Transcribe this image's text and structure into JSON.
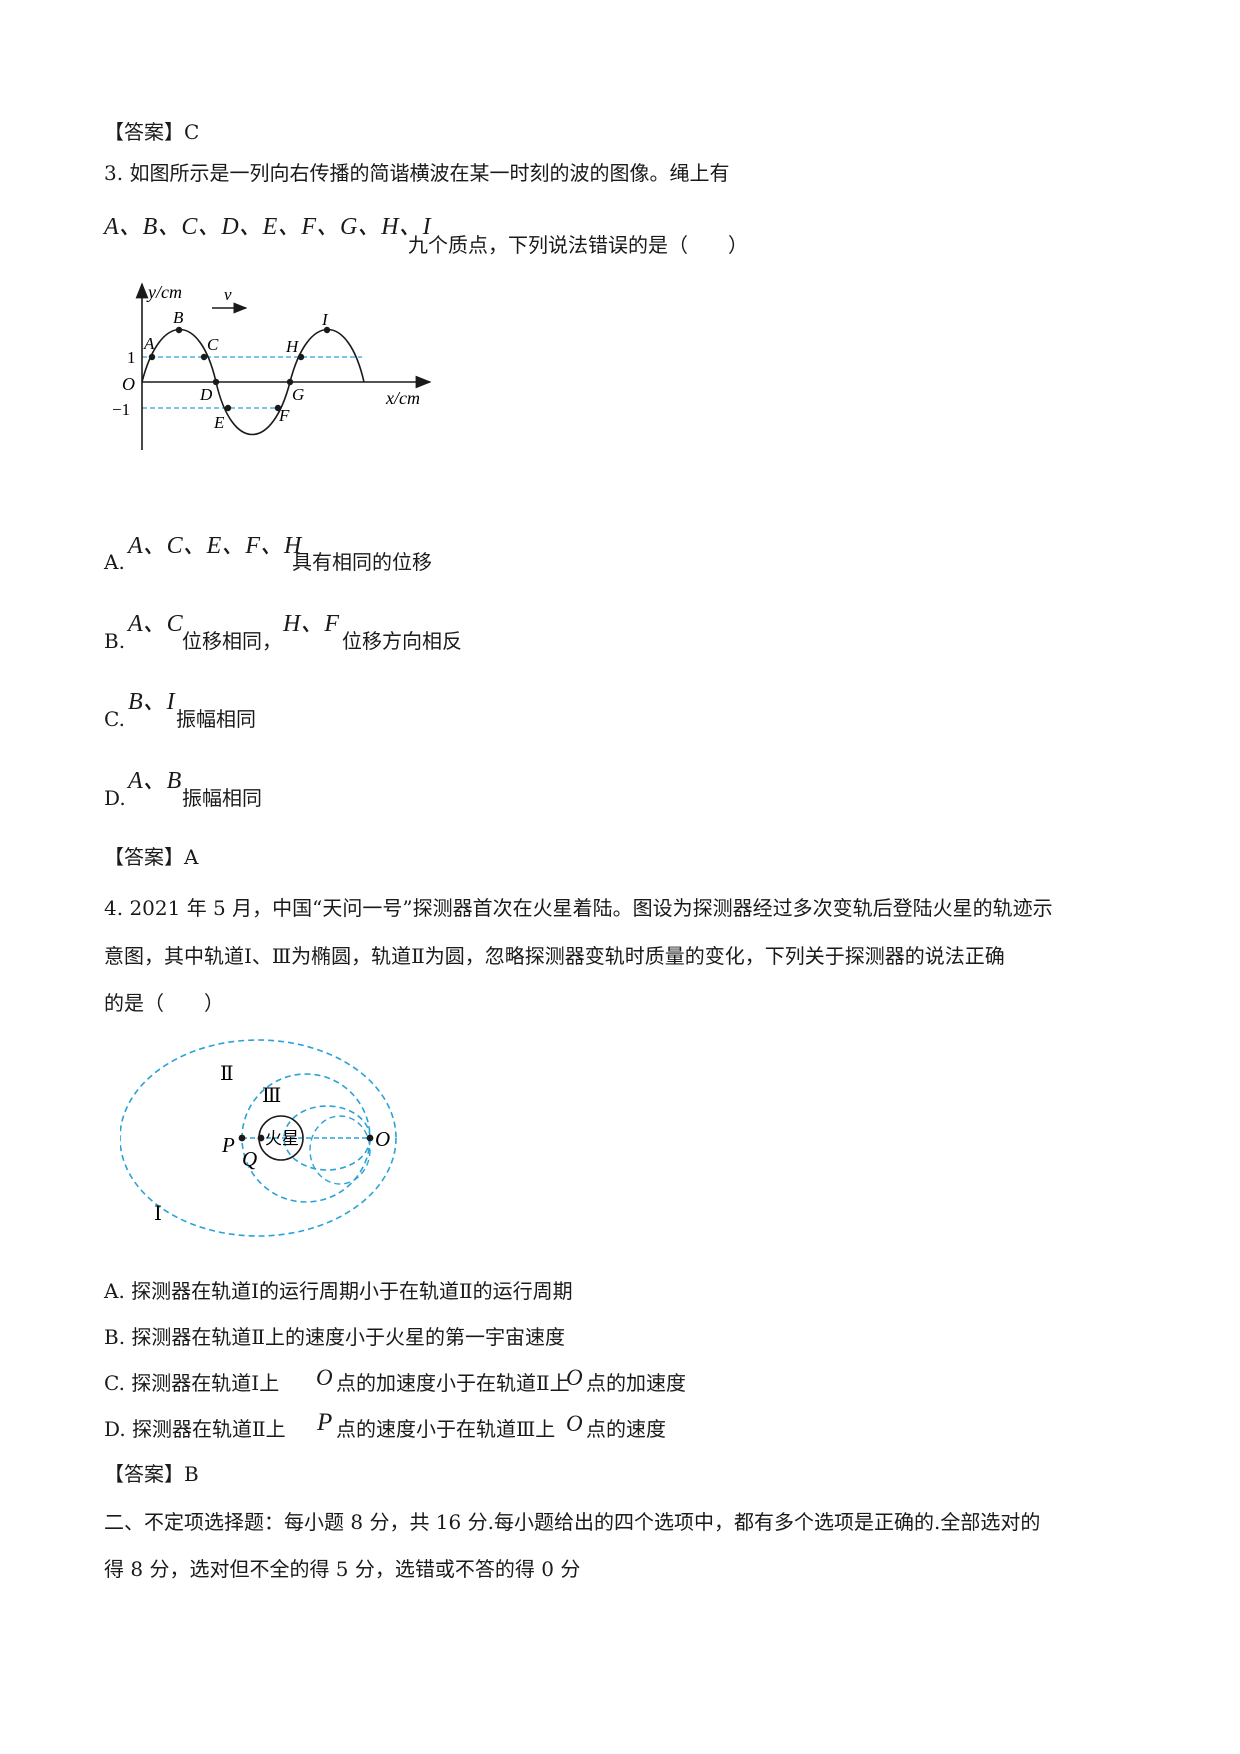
{
  "q2": {
    "answer": "【答案】C"
  },
  "q3": {
    "stem_line1": "3. 如图所示是一列向右传播的简谐横波在某一时刻的波的图像。绳上有",
    "points_math": "A、B、C、D、E、F、G、H、I",
    "stem_line2": "九个质点，下列说法错误的是（　　）",
    "figure": {
      "y_axis_label": "y/cm",
      "x_axis_label": "x/cm",
      "velocity_label": "v",
      "origin": "O",
      "tick_pos": "1",
      "tick_neg": "−1",
      "point_labels": [
        "A",
        "B",
        "C",
        "D",
        "E",
        "F",
        "G",
        "H",
        "I"
      ],
      "curve_color": "#1a1a1a",
      "guide_color": "#29a3d6"
    },
    "options": [
      {
        "letter": "A.",
        "math": "A、C、E、F、H",
        "text": "具有相同的位移"
      },
      {
        "letter": "B.",
        "math1": "A、C",
        "text1": "位移相同，",
        "math2": "H、F",
        "text2": "位移方向相反"
      },
      {
        "letter": "C.",
        "math": "B、I",
        "text": "振幅相同"
      },
      {
        "letter": "D.",
        "math": "A、B",
        "text": "振幅相同"
      }
    ],
    "answer": "【答案】A"
  },
  "q4": {
    "stem_line1": "4. 2021 年 5 月，中国“天问一号”探测器首次在火星着陆。图设为探测器经过多次变轨后登陆火星的轨迹示",
    "stem_line2": "意图，其中轨道Ⅰ、Ⅲ为椭圆，轨道Ⅱ为圆，忽略探测器变轨时质量的变化，下列关于探测器的说法正确",
    "stem_line3": "的是（　　）",
    "figure": {
      "orbit_1": "Ⅰ",
      "orbit_2": "Ⅱ",
      "orbit_3": "Ⅲ",
      "point_p": "P",
      "point_q": "Q",
      "point_o": "O",
      "planet": "火星",
      "orbit_color": "#29a3d6"
    },
    "options": [
      {
        "text": "A. 探测器在轨道Ⅰ的运行周期小于在轨道Ⅱ的运行周期"
      },
      {
        "text": "B. 探测器在轨道Ⅱ上的速度小于火星的第一宇宙速度"
      },
      {
        "text1": "C. 探测器在轨道Ⅰ上",
        "math1": "O",
        "text2": "点的加速度小于在轨道Ⅱ上",
        "math2": "O",
        "text3": "点的加速度"
      },
      {
        "text1": "D. 探测器在轨道Ⅱ上",
        "math1": "P",
        "text2": "点的速度小于在轨道Ⅲ上",
        "math2": "O",
        "text3": "点的速度"
      }
    ],
    "answer": "【答案】B"
  },
  "section2": {
    "line1": "二、不定项选择题：每小题 8 分，共 16 分.每小题给出的四个选项中，都有多个选项是正确的.全部选对的",
    "line2": "得 8 分，选对但不全的得 5 分，选错或不答的得 0 分"
  }
}
